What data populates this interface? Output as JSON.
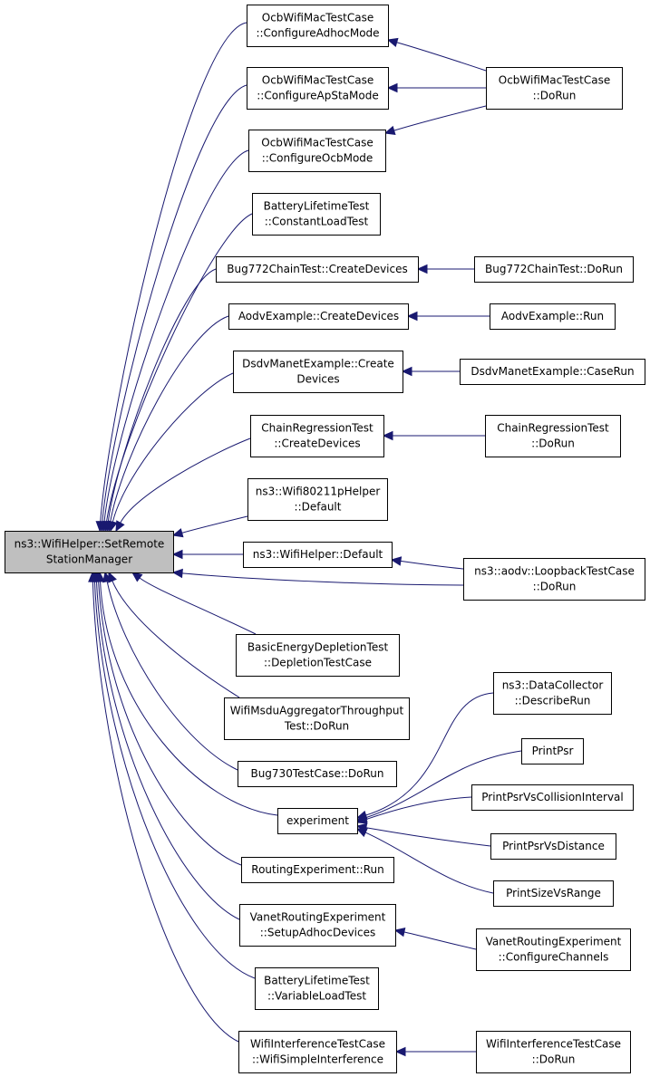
{
  "colors": {
    "edge": "#191970",
    "root_fill": "#bfbfbf",
    "node_fill": "#ffffff",
    "node_border": "#000000"
  },
  "nodes": {
    "root": {
      "lines": [
        "ns3::WifiHelper::SetRemote",
        "StationManager"
      ]
    },
    "ocb_adhoc": {
      "lines": [
        "OcbWifiMacTestCase",
        "::ConfigureAdhocMode"
      ]
    },
    "ocb_apsta": {
      "lines": [
        "OcbWifiMacTestCase",
        "::ConfigureApStaMode"
      ]
    },
    "ocb_ocb": {
      "lines": [
        "OcbWifiMacTestCase",
        "::ConfigureOcbMode"
      ]
    },
    "ocb_dorun": {
      "lines": [
        "OcbWifiMacTestCase",
        "::DoRun"
      ]
    },
    "battery_const": {
      "lines": [
        "BatteryLifetimeTest",
        "::ConstantLoadTest"
      ]
    },
    "bug772_create": {
      "lines": [
        "Bug772ChainTest::CreateDevices"
      ]
    },
    "bug772_dorun": {
      "lines": [
        "Bug772ChainTest::DoRun"
      ]
    },
    "aodv_create": {
      "lines": [
        "AodvExample::CreateDevices"
      ]
    },
    "aodv_run": {
      "lines": [
        "AodvExample::Run"
      ]
    },
    "dsdv_create": {
      "lines": [
        "DsdvManetExample::Create",
        "Devices"
      ]
    },
    "dsdv_caserun": {
      "lines": [
        "DsdvManetExample::CaseRun"
      ]
    },
    "chain_create": {
      "lines": [
        "ChainRegressionTest",
        "::CreateDevices"
      ]
    },
    "chain_dorun": {
      "lines": [
        "ChainRegressionTest",
        "::DoRun"
      ]
    },
    "wifi80211p_default": {
      "lines": [
        "ns3::Wifi80211pHelper",
        "::Default"
      ]
    },
    "wifihelper_default": {
      "lines": [
        "ns3::WifiHelper::Default"
      ]
    },
    "loopback_dorun": {
      "lines": [
        "ns3::aodv::LoopbackTestCase",
        "::DoRun"
      ]
    },
    "basic_energy": {
      "lines": [
        "BasicEnergyDepletionTest",
        "::DepletionTestCase"
      ]
    },
    "msdu_dorun": {
      "lines": [
        "WifiMsduAggregatorThroughput",
        "Test::DoRun"
      ]
    },
    "bug730_dorun": {
      "lines": [
        "Bug730TestCase::DoRun"
      ]
    },
    "datacollector": {
      "lines": [
        "ns3::DataCollector",
        "::DescribeRun"
      ]
    },
    "printpsr": {
      "lines": [
        "PrintPsr"
      ]
    },
    "printpsr_coll": {
      "lines": [
        "PrintPsrVsCollisionInterval"
      ]
    },
    "experiment": {
      "lines": [
        "experiment"
      ]
    },
    "printpsr_dist": {
      "lines": [
        "PrintPsrVsDistance"
      ]
    },
    "printsize": {
      "lines": [
        "PrintSizeVsRange"
      ]
    },
    "routing_run": {
      "lines": [
        "RoutingExperiment::Run"
      ]
    },
    "vanet_setup": {
      "lines": [
        "VanetRoutingExperiment",
        "::SetupAdhocDevices"
      ]
    },
    "vanet_config": {
      "lines": [
        "VanetRoutingExperiment",
        "::ConfigureChannels"
      ]
    },
    "battery_var": {
      "lines": [
        "BatteryLifetimeTest",
        "::VariableLoadTest"
      ]
    },
    "interf_simple": {
      "lines": [
        "WifiInterferenceTestCase",
        "::WifiSimpleInterference"
      ]
    },
    "interf_dorun": {
      "lines": [
        "WifiInterferenceTestCase",
        "::DoRun"
      ]
    }
  },
  "edges": [
    [
      "ocb_adhoc",
      "root"
    ],
    [
      "ocb_apsta",
      "root"
    ],
    [
      "ocb_ocb",
      "root"
    ],
    [
      "battery_const",
      "root"
    ],
    [
      "bug772_create",
      "root"
    ],
    [
      "aodv_create",
      "root"
    ],
    [
      "dsdv_create",
      "root"
    ],
    [
      "chain_create",
      "root"
    ],
    [
      "wifi80211p_default",
      "root"
    ],
    [
      "wifihelper_default",
      "root"
    ],
    [
      "loopback_dorun",
      "root"
    ],
    [
      "basic_energy",
      "root"
    ],
    [
      "msdu_dorun",
      "root"
    ],
    [
      "bug730_dorun",
      "root"
    ],
    [
      "experiment",
      "root"
    ],
    [
      "routing_run",
      "root"
    ],
    [
      "vanet_setup",
      "root"
    ],
    [
      "battery_var",
      "root"
    ],
    [
      "interf_simple",
      "root"
    ],
    [
      "ocb_dorun",
      "ocb_adhoc"
    ],
    [
      "ocb_dorun",
      "ocb_apsta"
    ],
    [
      "ocb_dorun",
      "ocb_ocb"
    ],
    [
      "bug772_dorun",
      "bug772_create"
    ],
    [
      "aodv_run",
      "aodv_create"
    ],
    [
      "dsdv_caserun",
      "dsdv_create"
    ],
    [
      "chain_dorun",
      "chain_create"
    ],
    [
      "loopback_dorun",
      "wifihelper_default"
    ],
    [
      "datacollector",
      "experiment"
    ],
    [
      "printpsr",
      "experiment"
    ],
    [
      "printpsr_coll",
      "experiment"
    ],
    [
      "printpsr_dist",
      "experiment"
    ],
    [
      "printsize",
      "experiment"
    ],
    [
      "vanet_config",
      "vanet_setup"
    ],
    [
      "interf_dorun",
      "interf_simple"
    ]
  ]
}
